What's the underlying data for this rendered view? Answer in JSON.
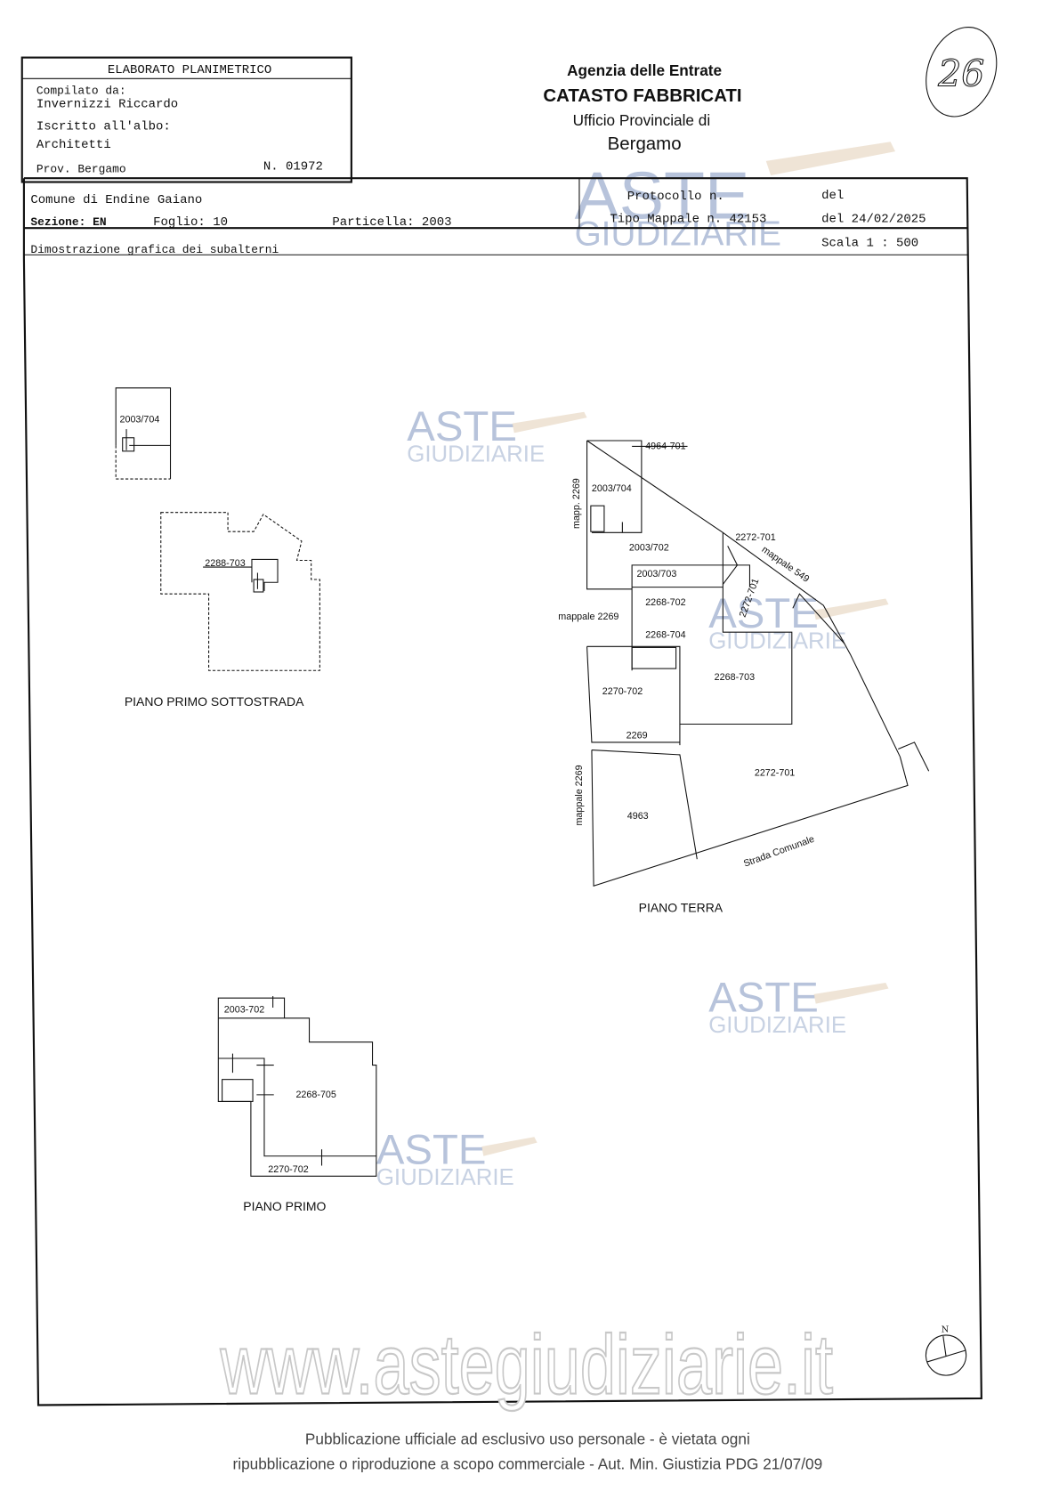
{
  "header_box": {
    "title": "ELABORATO PLANIMETRICO",
    "compiled_label": "Compilato da:",
    "compiled_name": "Invernizzi Riccardo",
    "albo_label": "Iscritto all'albo:",
    "albo_value": "Architetti",
    "province": "Prov. Bergamo",
    "number": "N. 01972"
  },
  "agency": {
    "line1": "Agenzia delle Entrate",
    "line2": "CATASTO FABBRICATI",
    "line3": "Ufficio Provinciale di",
    "line4": "Bergamo"
  },
  "page_number": "26",
  "info": {
    "comune": "Comune di Endine Gaiano",
    "sezione": "Sezione: EN",
    "foglio": "Foglio: 10",
    "particella": "Particella: 2003",
    "protocollo": "Protocollo n.",
    "protocollo_del": "del",
    "tipo_mappale": "Tipo Mappale n. 42153",
    "tipo_del": "del 24/02/2025",
    "dimostrazione": "Dimostrazione grafica dei subalterni",
    "scala": "Scala 1 : 500"
  },
  "plans": {
    "sottostrada": {
      "title": "PIANO PRIMO SOTTOSTRADA",
      "labels": [
        "2003/704",
        "2288-703"
      ]
    },
    "terra": {
      "title": "PIANO TERRA",
      "l_4964": "4964-701",
      "l_2003_704": "2003/704",
      "l_mapp2269a": "mapp. 2269",
      "l_2003_702": "2003/702",
      "l_2272_701a": "2272-701",
      "l_mappale549": "mappale 549",
      "l_2003_703": "2003/703",
      "l_2272_701b": "2272-701",
      "l_2268_702": "2268-702",
      "l_mappale2269": "mappale 2269",
      "l_2268_704": "2268-704",
      "l_2270_702": "2270-702",
      "l_2268_703": "2268-703",
      "l_2269": "2269",
      "l_2272_701c": "2272-701",
      "l_mappale2269b": "mappale 2269",
      "l_4963": "4963",
      "l_strada": "Strada Comunale"
    },
    "primo": {
      "title": "PIANO PRIMO",
      "l_2003_702": "2003-702",
      "l_2268_705": "2268-705",
      "l_2270_702": "2270-702"
    }
  },
  "compass": {
    "north": "N"
  },
  "watermark": {
    "aste": "ASTE",
    "giudiziarie": "GIUDIZIARIE",
    "site": "www.astegiudiziarie.it"
  },
  "footer": {
    "line1": "Pubblicazione ufficiale ad esclusivo uso personale - è vietata ogni",
    "line2": "ripubblicazione o riproduzione a scopo commerciale - Aut. Min. Giustizia PDG 21/07/09"
  }
}
